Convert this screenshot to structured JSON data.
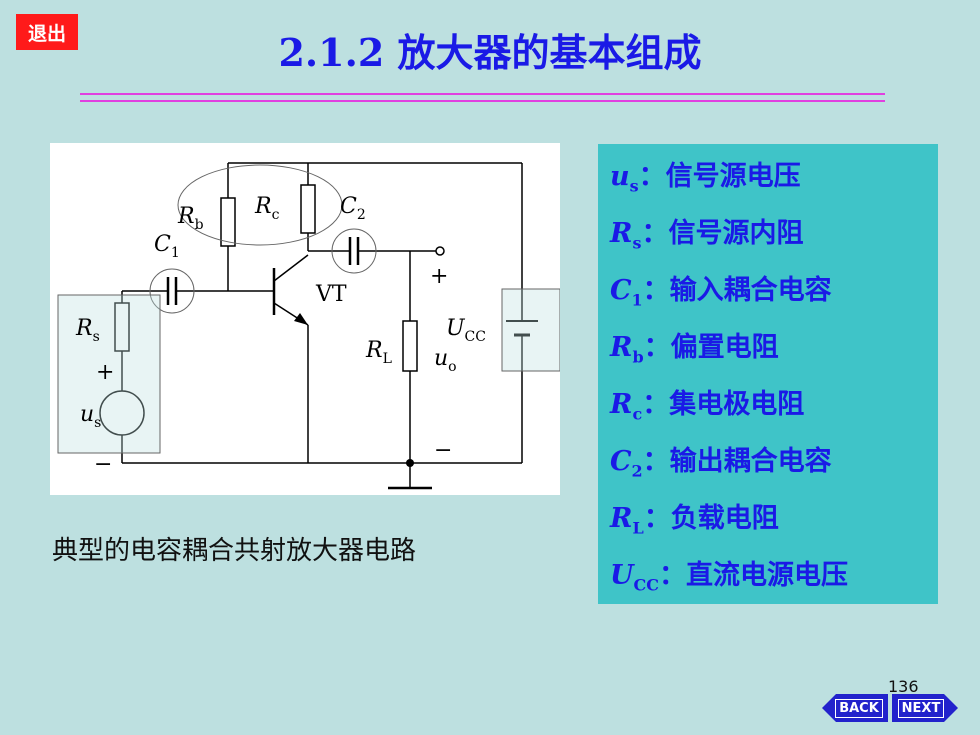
{
  "slide": {
    "exit_label": "退出",
    "title": "2.1.2 放大器的基本组成",
    "caption": "典型的电容耦合共射放大器电路",
    "page_number": "136",
    "back_label": "BACK",
    "next_label": "NEXT"
  },
  "circuit": {
    "rb": "R",
    "rb_sub": "b",
    "rc": "R",
    "rc_sub": "c",
    "c1": "C",
    "c1_sub": "1",
    "c2": "C",
    "c2_sub": "2",
    "vt": "VT",
    "rs": "R",
    "rs_sub": "s",
    "us": "u",
    "us_sub": "s",
    "rl": "R",
    "rl_sub": "L",
    "uo": "u",
    "uo_sub": "o",
    "ucc": "U",
    "ucc_sub": "CC",
    "plus": "+",
    "minus": "−"
  },
  "legend": [
    {
      "sym": "u",
      "sub": "s",
      "desc": "：信号源电压"
    },
    {
      "sym": "R",
      "sub": "s",
      "desc": "：信号源内阻"
    },
    {
      "sym": "C",
      "sub": "1",
      "desc": "：输入耦合电容"
    },
    {
      "sym": "R",
      "sub": "b",
      "desc": "：偏置电阻"
    },
    {
      "sym": "R",
      "sub": "c",
      "desc": "：集电极电阻"
    },
    {
      "sym": "C",
      "sub": "2",
      "desc": "：输出耦合电容"
    },
    {
      "sym": "R",
      "sub": "L",
      "desc": "：负载电阻"
    },
    {
      "sym": "U",
      "sub": "CC",
      "desc": "：直流电源电压"
    }
  ],
  "colors": {
    "background": "#bde0e0",
    "title": "#1a1ae6",
    "legend_bg": "#3fc4c8",
    "exit_bg": "#ff1a1a",
    "nav_bg": "#2222cc"
  }
}
